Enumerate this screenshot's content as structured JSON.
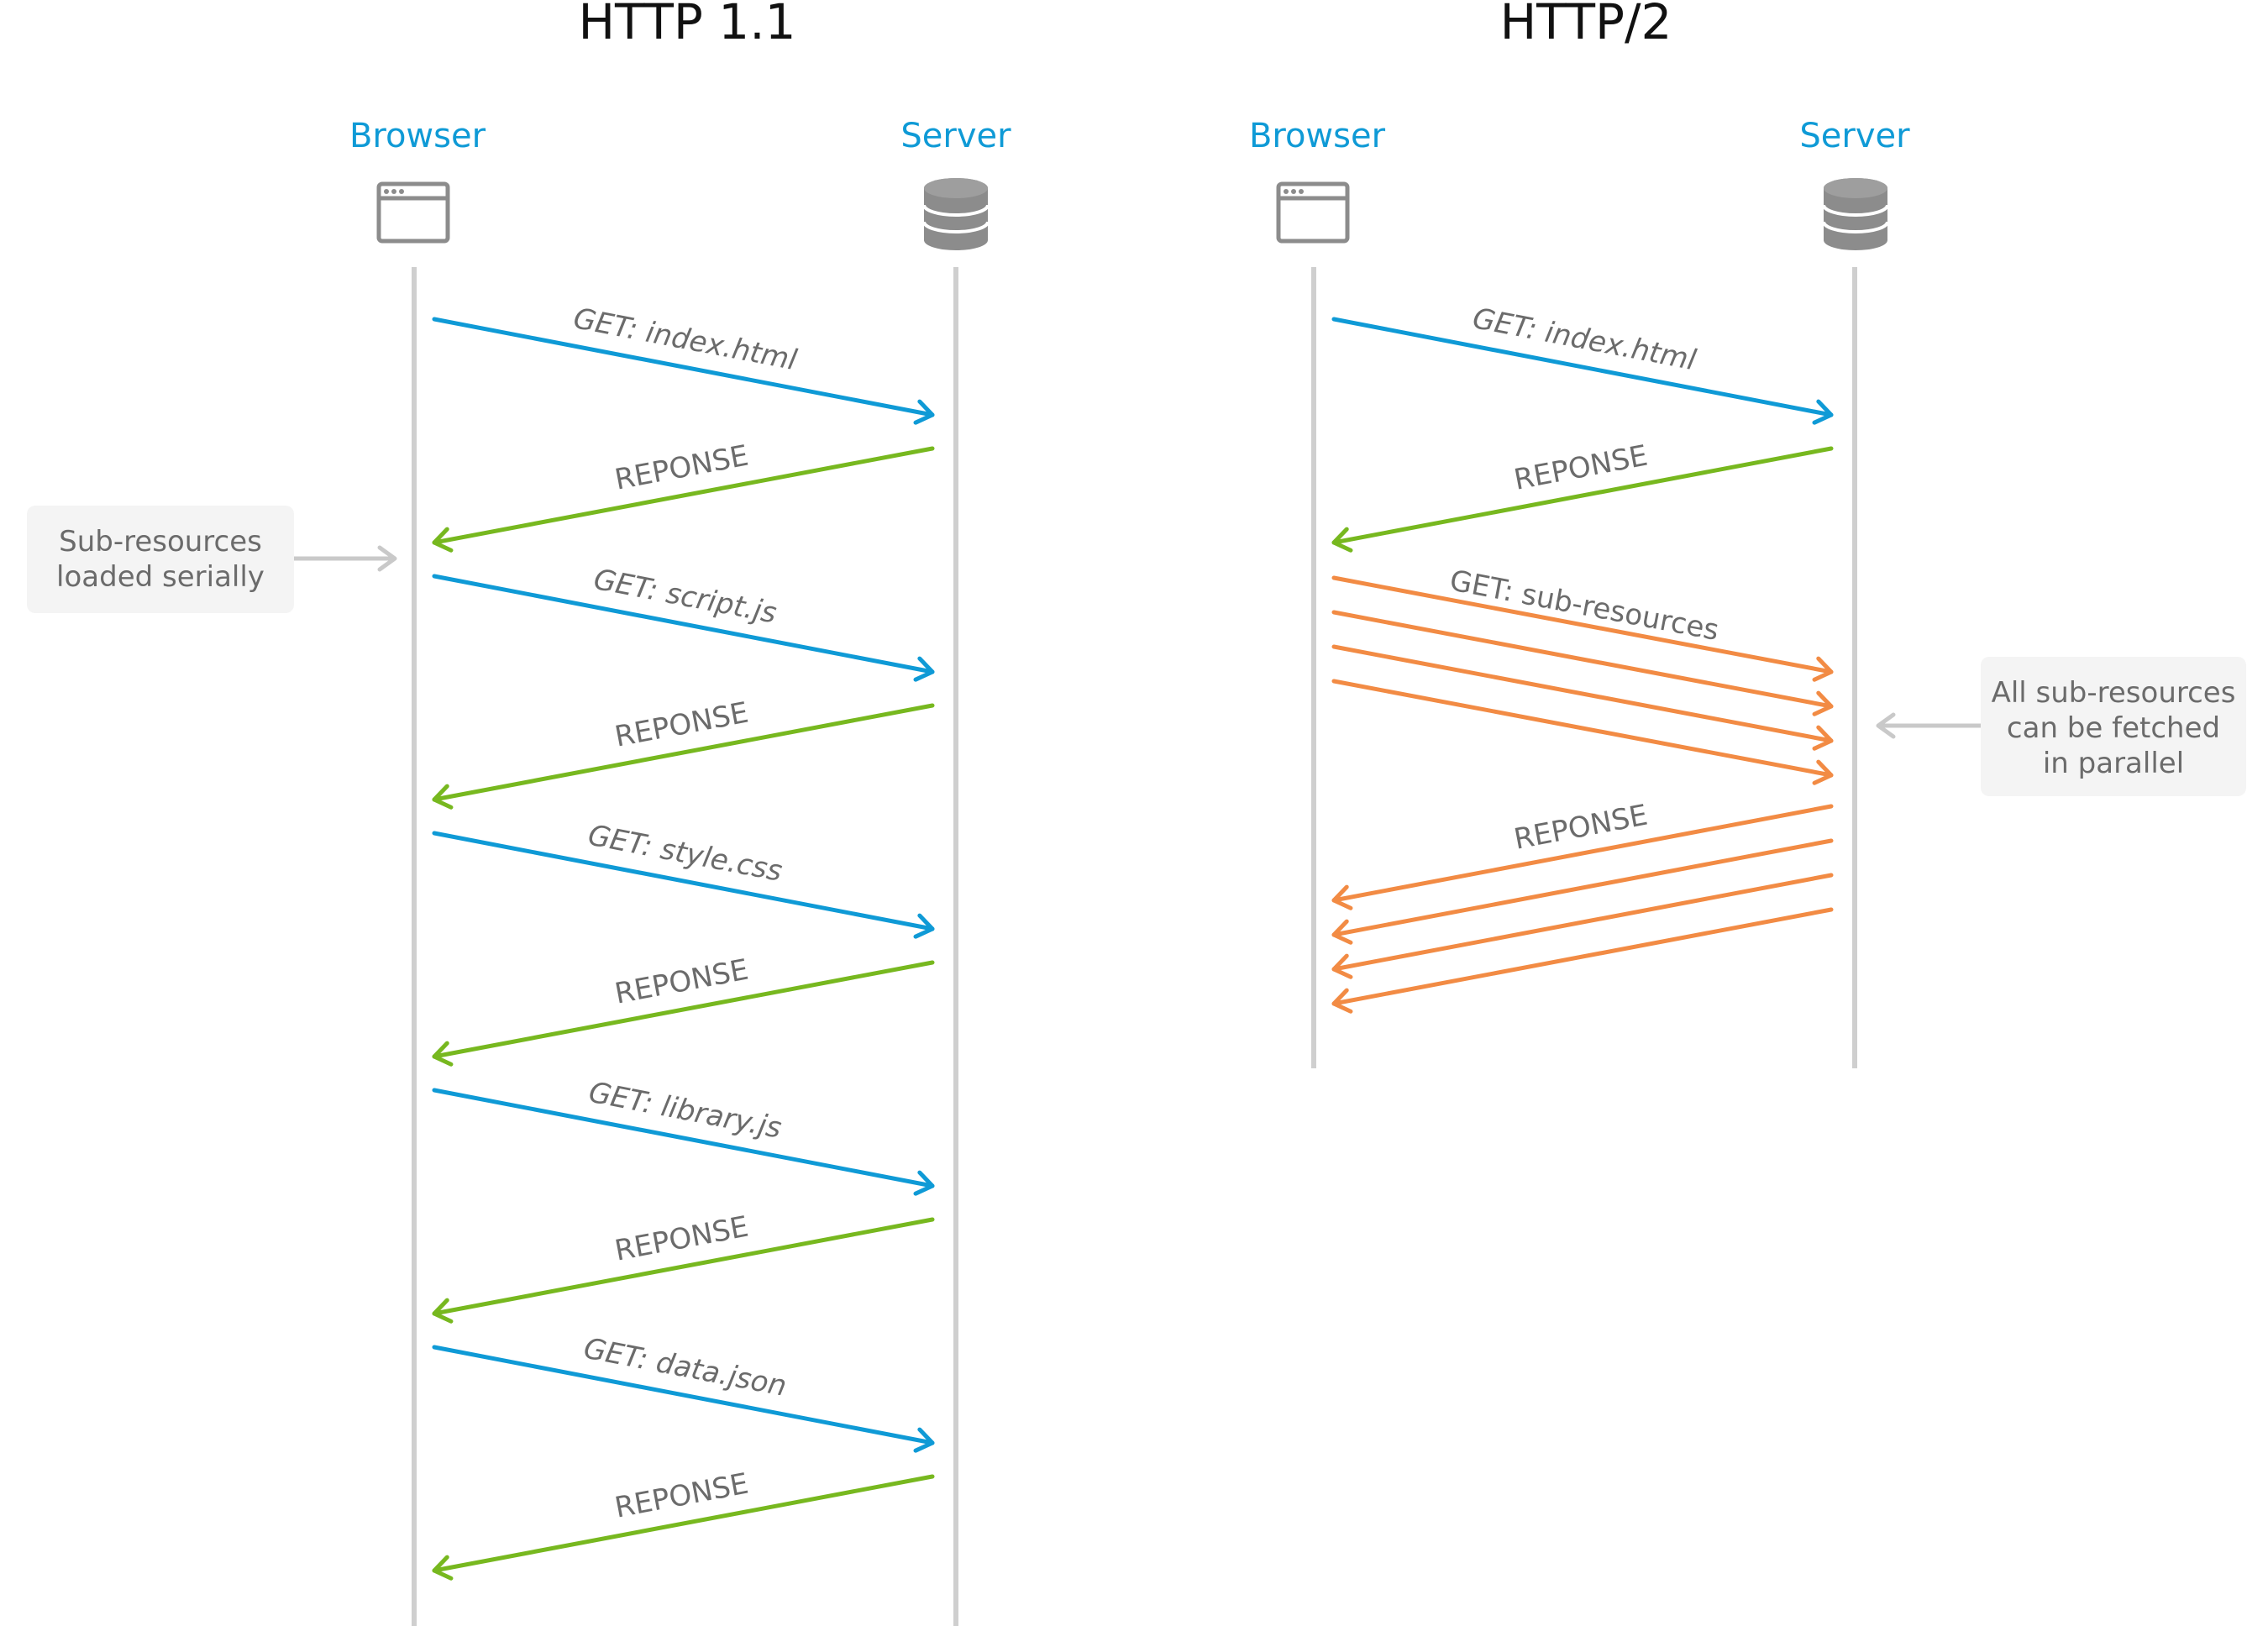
{
  "colors": {
    "request": "#0f9ad6",
    "response": "#77b81f",
    "parallel": "#f28b44",
    "actor_label": "#0f9ad6",
    "lifeline": "#cfcfcf",
    "icon": "#8c8c8c",
    "note_bg": "#f4f4f4",
    "note_arrow": "#c9c9c9",
    "message_text": "#6b6b6b"
  },
  "icons": {
    "browser": "browser-window-icon",
    "server": "database-server-icon"
  },
  "http11": {
    "title": "HTTP 1.1",
    "browser_label": "Browser",
    "server_label": "Server",
    "note": {
      "line1": "Sub-resources",
      "line2": "loaded serially"
    },
    "messages": [
      {
        "kind": "request",
        "label": "GET: index.html",
        "italic": true
      },
      {
        "kind": "response",
        "label": "REPONSE",
        "italic": false
      },
      {
        "kind": "request",
        "label": "GET: script.js",
        "italic": true
      },
      {
        "kind": "response",
        "label": "REPONSE",
        "italic": false
      },
      {
        "kind": "request",
        "label": "GET: style.css",
        "italic": true
      },
      {
        "kind": "response",
        "label": "REPONSE",
        "italic": false
      },
      {
        "kind": "request",
        "label": "GET: library.js",
        "italic": true
      },
      {
        "kind": "response",
        "label": "REPONSE",
        "italic": false
      },
      {
        "kind": "request",
        "label": "GET: data.json",
        "italic": true
      },
      {
        "kind": "response",
        "label": "REPONSE",
        "italic": false
      }
    ]
  },
  "http2": {
    "title": "HTTP/2",
    "browser_label": "Browser",
    "server_label": "Server",
    "note": {
      "line1": "All sub-resources",
      "line2": "can be fetched",
      "line3": "in parallel"
    },
    "messages": [
      {
        "kind": "request",
        "label": "GET: index.html",
        "italic": true
      },
      {
        "kind": "response",
        "label": "REPONSE",
        "italic": false
      },
      {
        "kind": "parallel-request",
        "label": "GET: sub-resources",
        "count": 4
      },
      {
        "kind": "parallel-response",
        "label": "REPONSE",
        "count": 4
      }
    ]
  }
}
